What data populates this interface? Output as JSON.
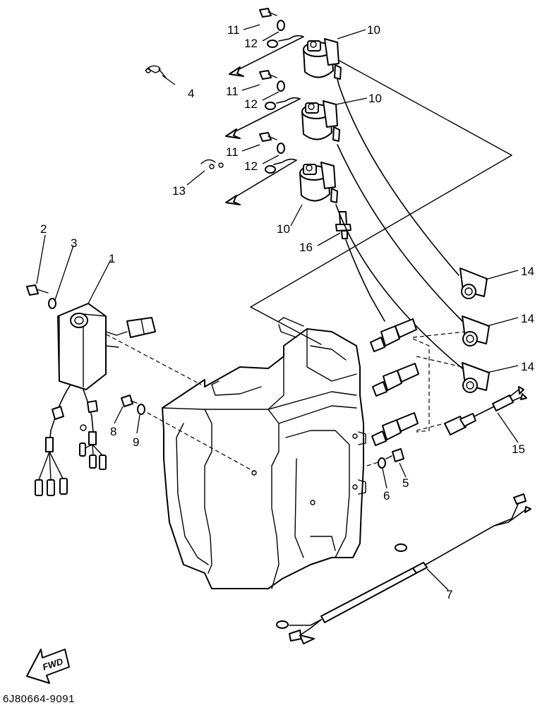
{
  "diagram": {
    "drawing_code": "6J80664-9091",
    "fwd_label": "FWD",
    "callouts": {
      "c1": "1",
      "c2": "2",
      "c3": "3",
      "c4": "4",
      "c5": "5",
      "c6": "6",
      "c7": "7",
      "c8": "8",
      "c9": "9",
      "c10a": "10",
      "c10b": "10",
      "c10c": "10",
      "c11a": "11",
      "c11b": "11",
      "c11c": "11",
      "c12a": "12",
      "c12b": "12",
      "c12c": "12",
      "c13": "13",
      "c14a": "14",
      "c14b": "14",
      "c14c": "14",
      "c15": "15",
      "c16": "16"
    }
  }
}
